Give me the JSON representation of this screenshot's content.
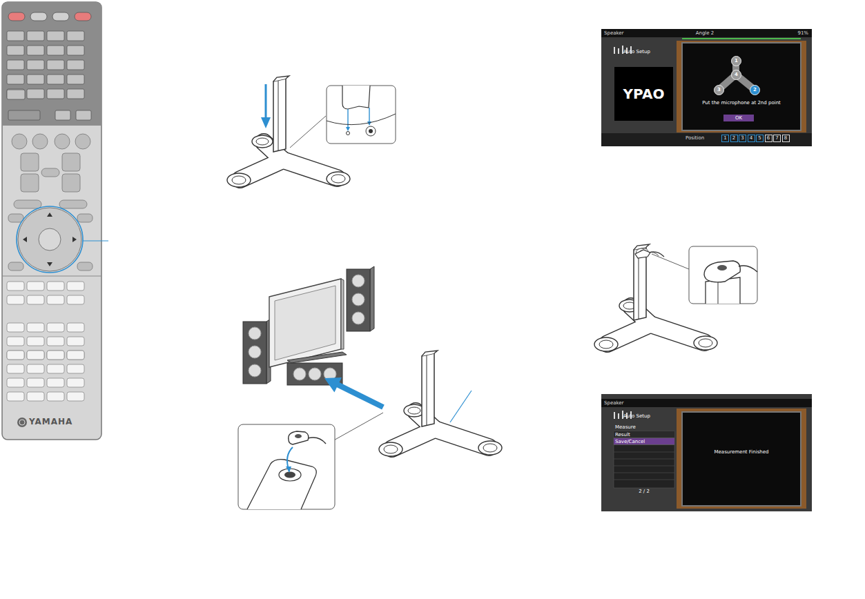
{
  "diagram": {
    "nodes": [
      {
        "text": [
          "Speaker",
          "Angle 2",
          "91%",
          "Auto Setup",
          "Put the microphone at 2nd point",
          "Position"
        ]
      },
      {
        "text": [
          "YPAO"
        ],
        "in": 0
      },
      {
        "text": [
          "1"
        ],
        "in": 0
      },
      {
        "text": [
          "4"
        ],
        "in": 0
      },
      {
        "text": [
          "3"
        ],
        "in": 0
      },
      {
        "text": [
          "2"
        ],
        "in": 0
      },
      {
        "text": [
          "OK"
        ],
        "in": 0
      },
      {
        "text": [
          "1"
        ],
        "in": 0
      },
      {
        "text": [
          "2"
        ],
        "in": 0
      },
      {
        "text": [
          "3"
        ],
        "in": 0
      },
      {
        "text": [
          "4"
        ],
        "in": 0
      },
      {
        "text": [
          "5"
        ],
        "in": 0
      },
      {
        "text": [
          "6"
        ],
        "in": 0
      },
      {
        "text": [
          "7"
        ],
        "in": 0
      },
      {
        "text": [
          "8"
        ],
        "in": 0
      },
      {
        "text": [
          "Speaker",
          "Auto Setup",
          "Measure",
          "2 / 2",
          "Measurement Finished"
        ]
      },
      {
        "text": [
          "Result"
        ],
        "in": 15
      },
      {
        "text": [
          "Save/Cancel"
        ],
        "in": 15
      }
    ],
    "labels": [
      "YAMAHA"
    ]
  }
}
